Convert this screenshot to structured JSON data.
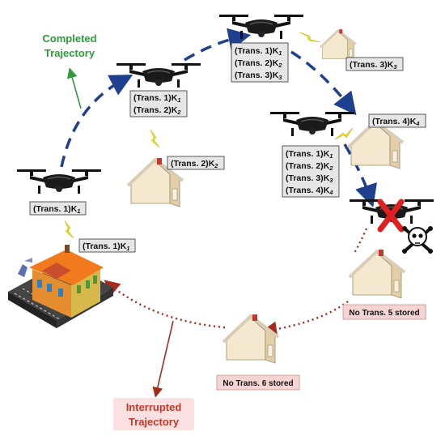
{
  "titles": {
    "completed_line1": "Completed",
    "completed_line2": "Trajectory",
    "interrupted_line1": "Interrupted",
    "interrupted_line2": "Trajectory"
  },
  "labels": {
    "trans1_prefix": "(Trans. 1)",
    "trans2_prefix": "(Trans. 2)",
    "trans3_prefix": "(Trans. 3)",
    "trans4_prefix": "(Trans. 4)",
    "key_letter": "K",
    "k1": "1",
    "k2": "2",
    "k3": "3",
    "k4": "4"
  },
  "status": {
    "no_trans5": "No Trans. 5 stored",
    "no_trans6": "No Trans. 6 stored"
  },
  "colors": {
    "blue_path": "#1f3f8f",
    "green": "#2e9b3a",
    "red_path": "#a52a1a",
    "pink_box": "#f6d4d4",
    "gray_box": "#e6e6e6",
    "lightning": "#f1e21b"
  }
}
